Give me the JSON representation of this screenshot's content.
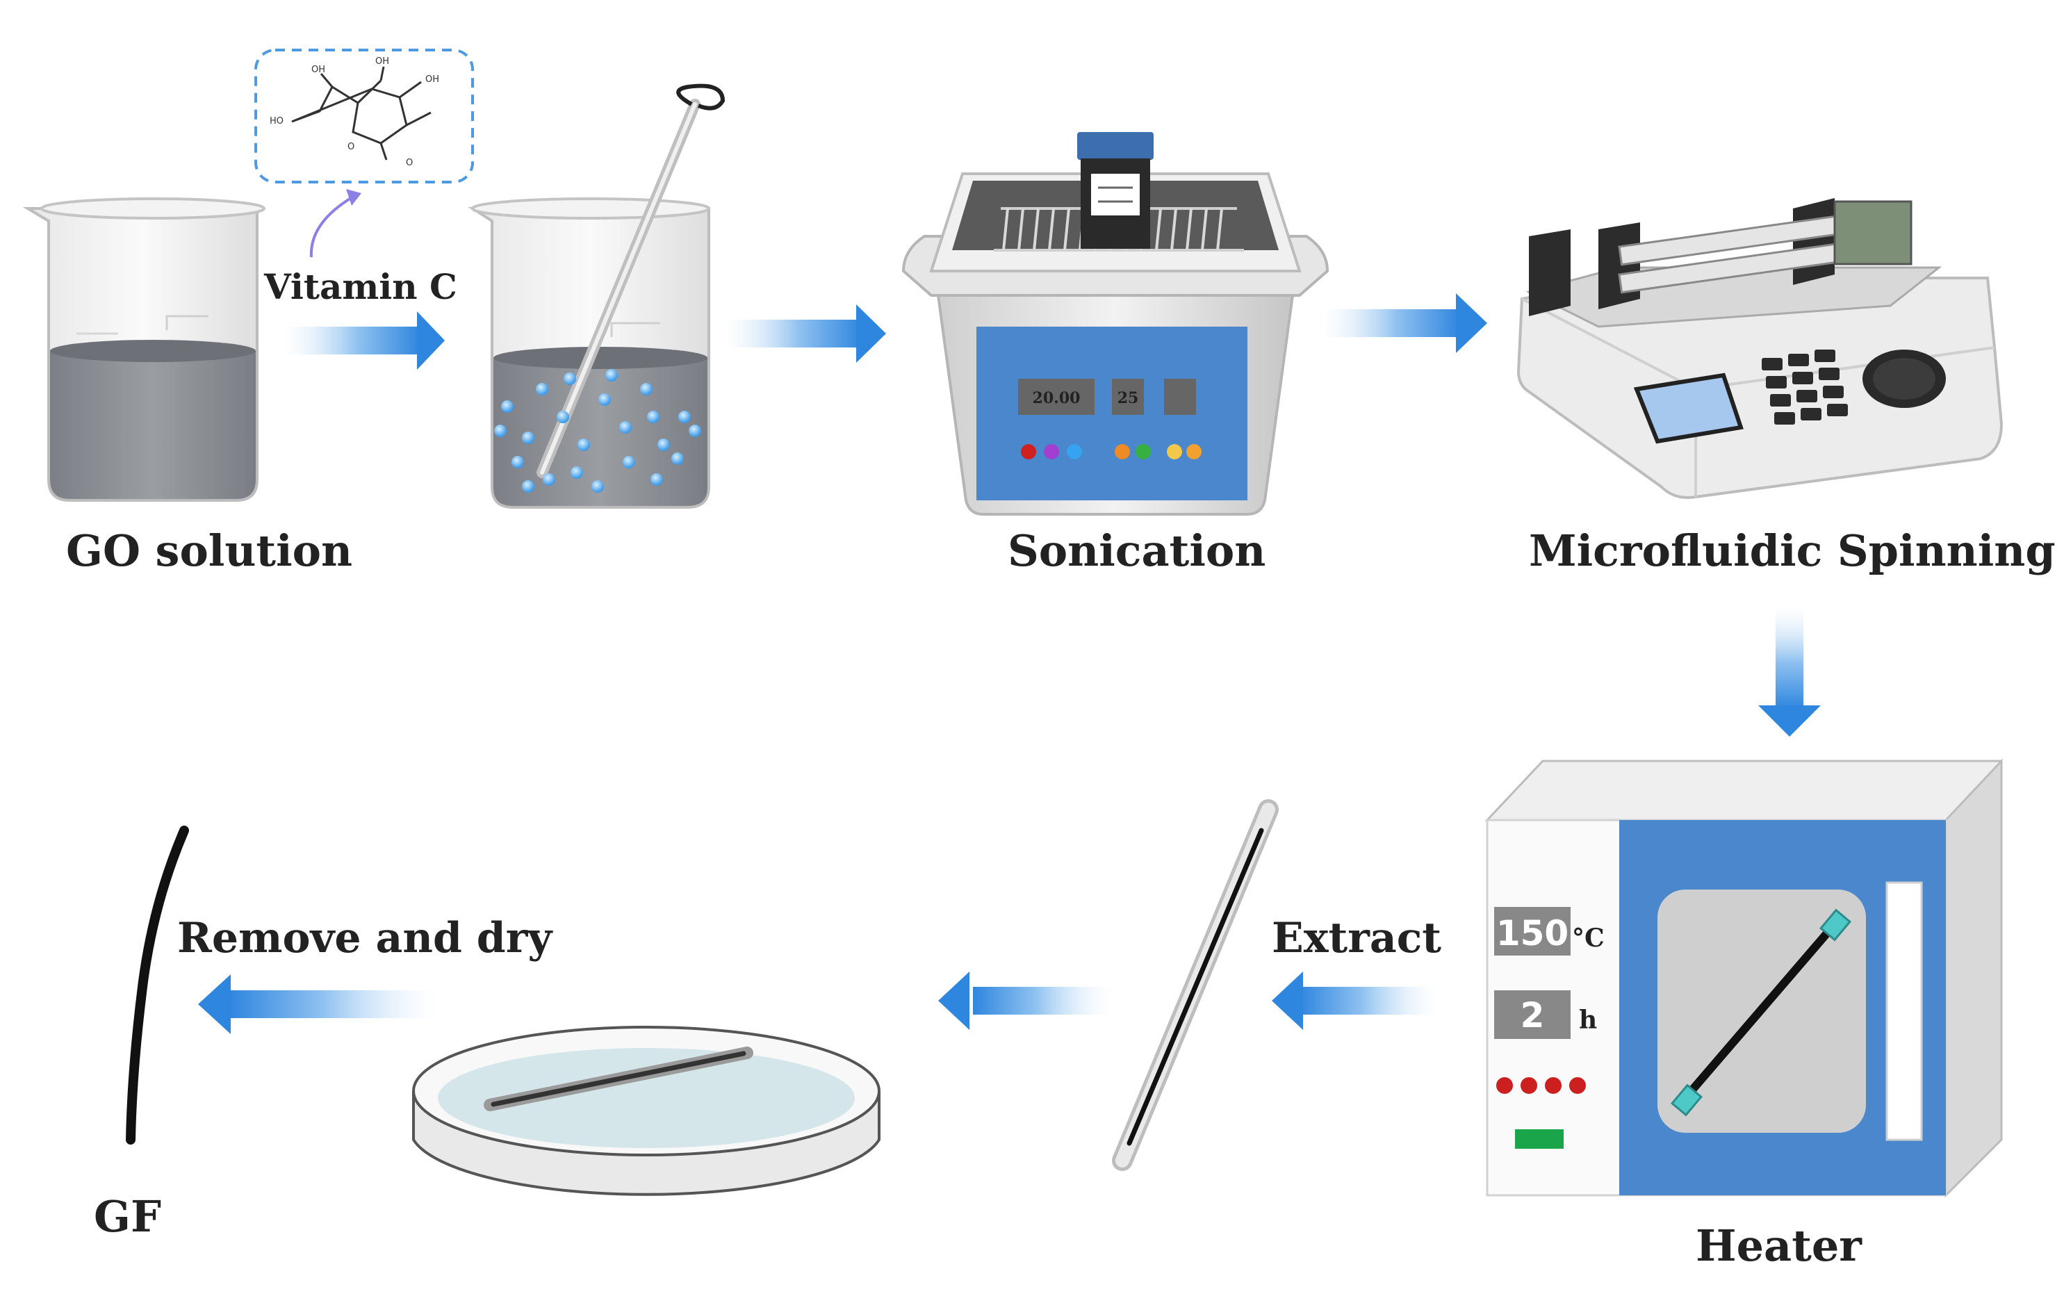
{
  "colors": {
    "arrow": "#3d8fe0",
    "panel_blue": "#4a87cc",
    "solution_gray": "#8a8e94",
    "oven_display": "#888888",
    "led_red": "#cc1f1f",
    "led_green": "#1aa54a"
  },
  "icons": [
    "beaker-icon",
    "molecule-icon",
    "stirring-rod-icon",
    "ultrasonic-bath-icon",
    "syringe-pump-icon",
    "oven-icon",
    "tube-icon",
    "petri-dish-icon",
    "fiber-icon"
  ],
  "labels": {
    "go_solution": "GO solution",
    "vitamin_c": "Vitamin C",
    "sonication": "Sonication",
    "microfluidic_spinning": "Microfluidic Spinning",
    "heater": "Heater",
    "extract": "Extract",
    "remove_and_dry": "Remove and dry",
    "gf": "GF"
  },
  "oven": {
    "temperature": "150",
    "temperature_unit": "°C",
    "time": "2",
    "time_unit": "h"
  },
  "sonicator": {
    "display_1": "20.00",
    "display_2": "25"
  }
}
